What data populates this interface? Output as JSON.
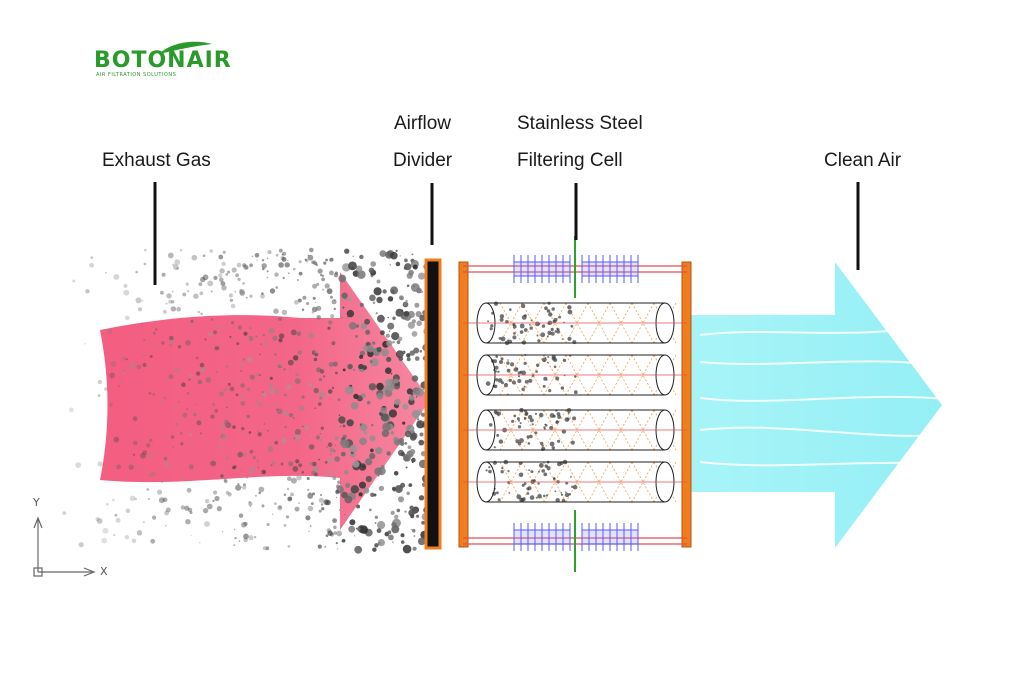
{
  "brand": {
    "name": "BOTONAIR",
    "tagline": "AIR FILTRATION SOLUTIONS",
    "color": "#2a9a2a"
  },
  "labels": {
    "exhaust_gas": "Exhaust Gas",
    "airflow_divider_line1": "Airflow",
    "airflow_divider_line2": "Divider",
    "filtering_cell_line1": "Stainless Steel",
    "filtering_cell_line2": "Filtering Cell",
    "clean_air": "Clean Air"
  },
  "axes": {
    "y": "Y",
    "x": "X"
  },
  "colors": {
    "exhaust": "#f0506e",
    "clean_air": "#8eeef4",
    "frame": "#f07d1e",
    "spring": "#5a5aff",
    "rod": "#e05050",
    "particles": "#333333"
  }
}
